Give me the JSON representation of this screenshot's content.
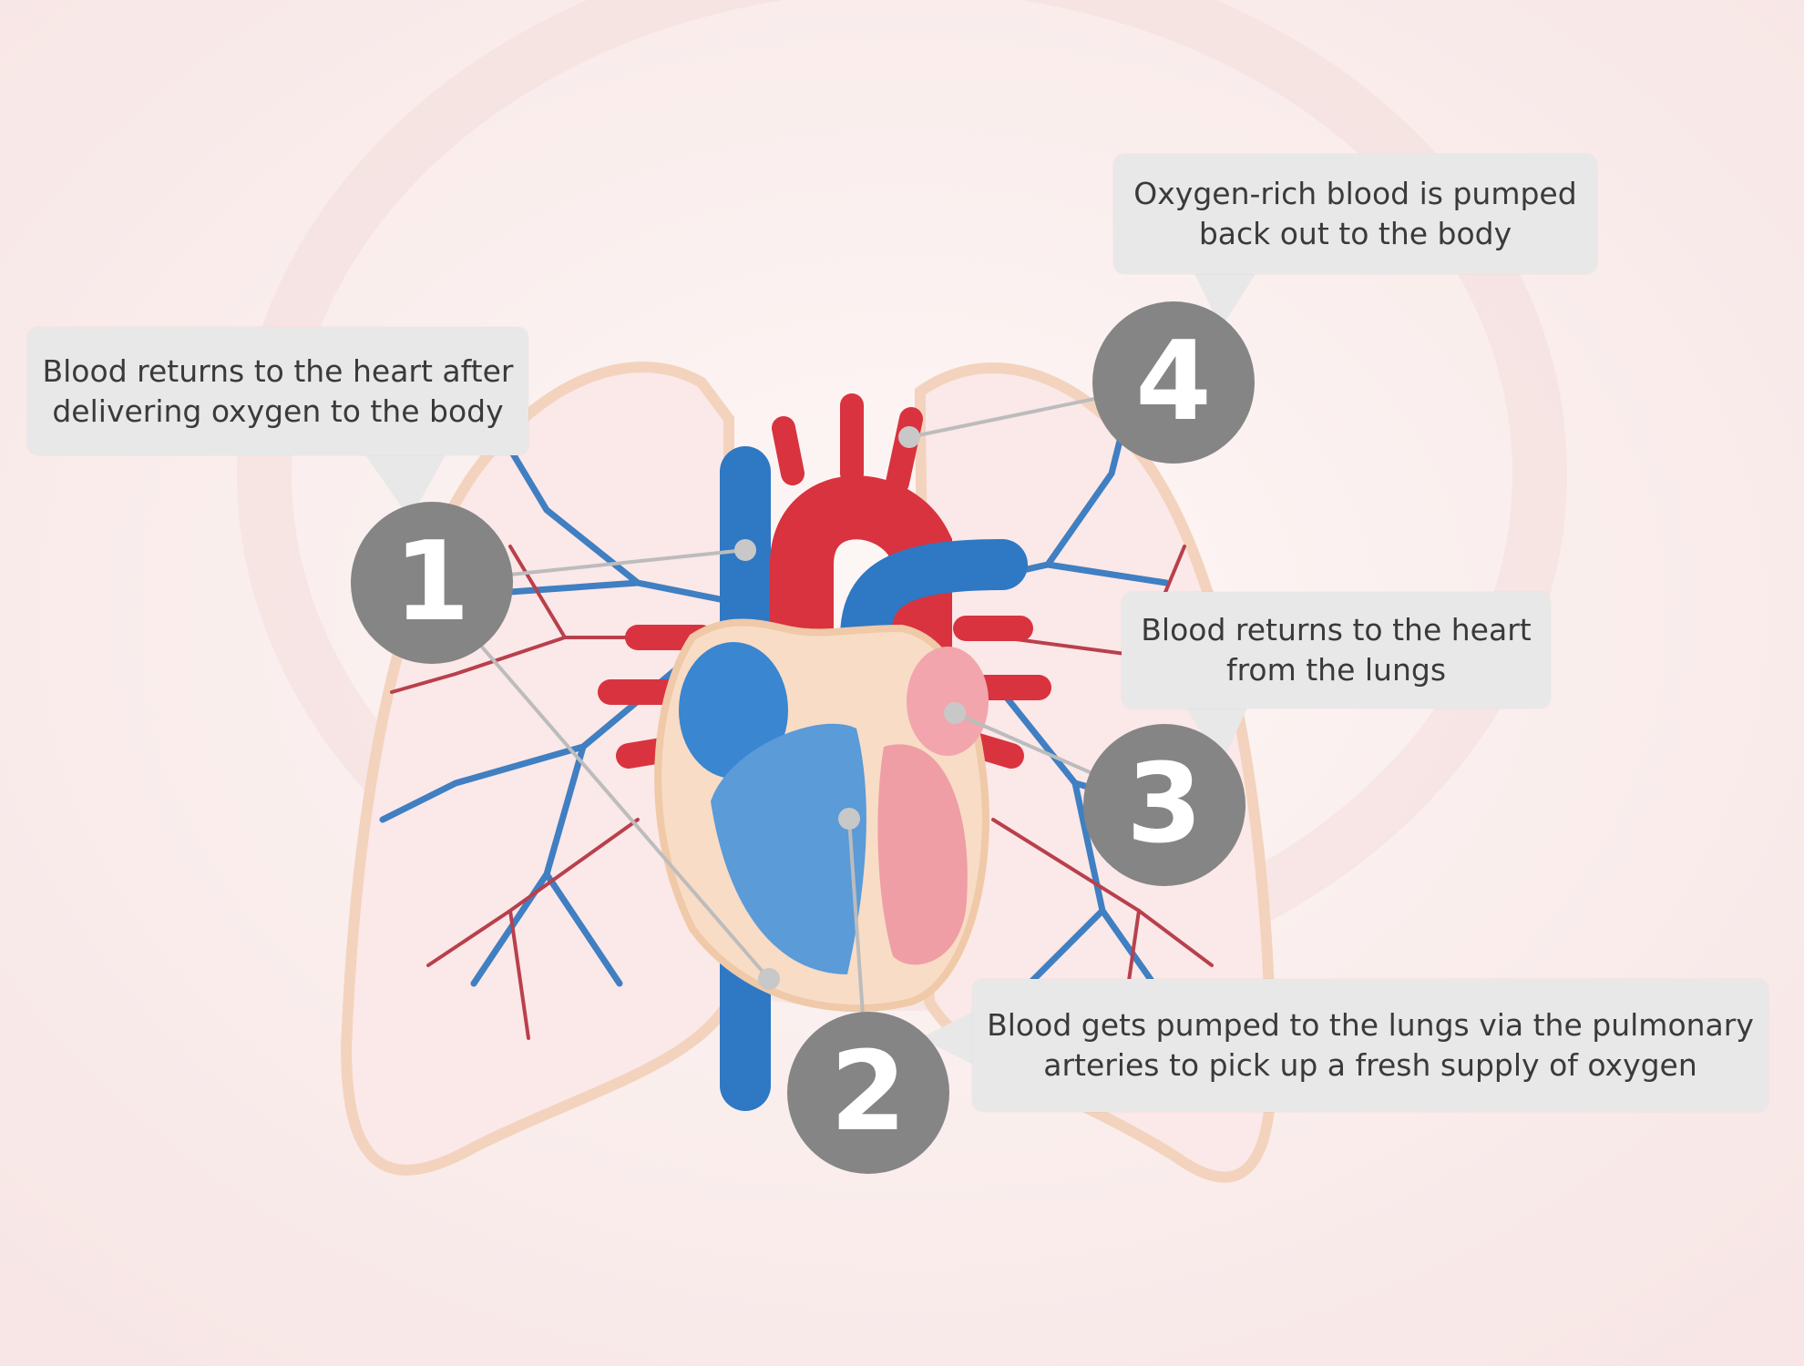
{
  "steps": [
    {
      "number": "1",
      "lines": [
        "Blood returns to the heart after",
        "delivering oxygen to the body"
      ]
    },
    {
      "number": "2",
      "lines": [
        "Blood gets pumped to the lungs via the pulmonary",
        "arteries to pick up a fresh supply of oxygen"
      ]
    },
    {
      "number": "3",
      "lines": [
        "Blood returns to the heart",
        "from the lungs"
      ]
    },
    {
      "number": "4",
      "lines": [
        "Oxygen-rich blood is pumped",
        "back out to the body"
      ]
    }
  ],
  "colors": {
    "callout_bg": "#e8e8e8",
    "marker": "#858585",
    "artery": "#d9333f",
    "vein": "#2f78c4",
    "lung": "#fbe8e8",
    "lung_border": "#f3d3bd"
  }
}
